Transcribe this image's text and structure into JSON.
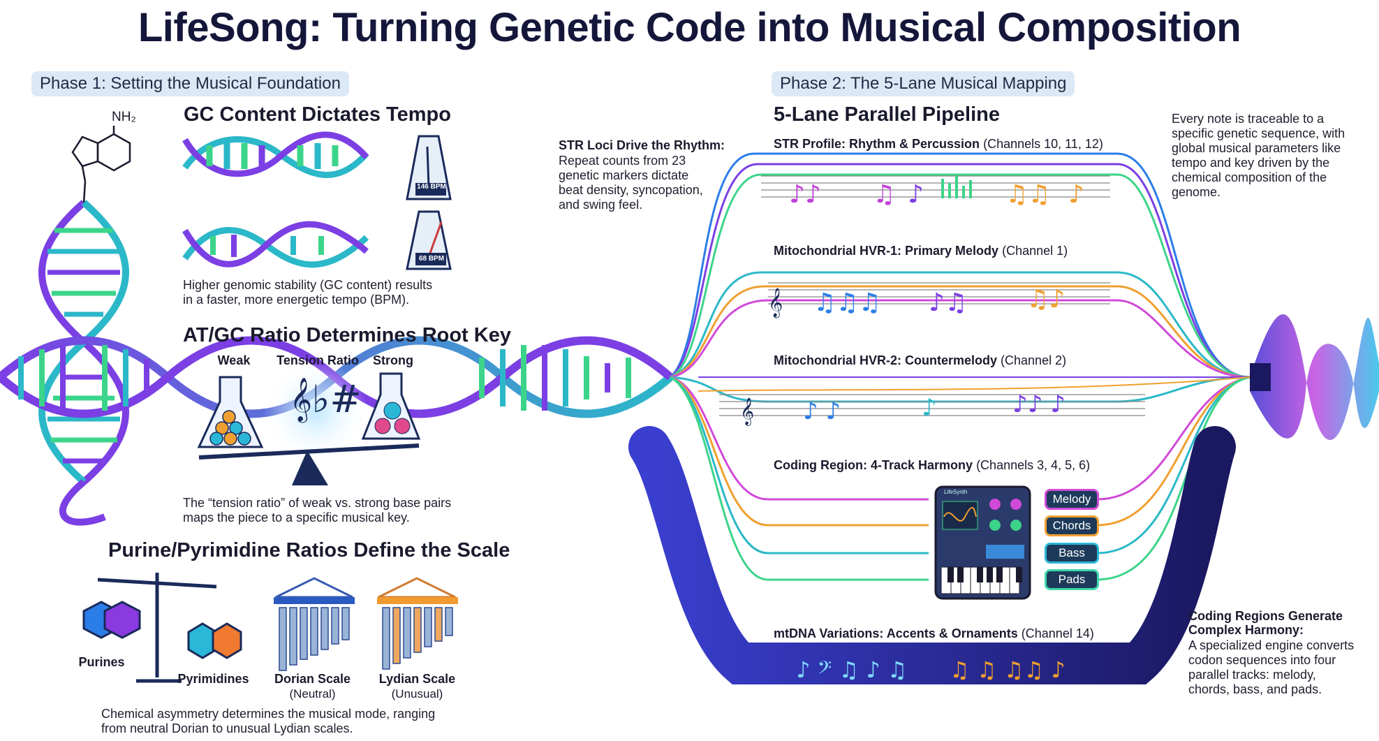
{
  "title": "LifeSong: Turning Genetic Code into Musical Composition",
  "phase1": {
    "label": "Phase 1: Setting the Musical Foundation",
    "gc": {
      "heading": "GC Content Dictates Tempo",
      "metronome_fast": "146 BPM",
      "metronome_slow": "68 BPM",
      "desc": "Higher genomic stability (GC content) results\nin a faster, more energetic tempo (BPM)."
    },
    "key": {
      "heading": "AT/GC Ratio Determines Root Key",
      "weak": "Weak",
      "tension": "Tension Ratio",
      "strong": "Strong",
      "desc": "The “tension ratio” of weak vs. strong base pairs\nmaps the piece to a specific musical key."
    },
    "scale": {
      "heading": "Purine/Pyrimidine Ratios Define the Scale",
      "purines": "Purines",
      "pyrimidines": "Pyrimidines",
      "dorian": "Dorian Scale",
      "dorian_sub": "(Neutral)",
      "lydian": "Lydian Scale",
      "lydian_sub": "(Unusual)",
      "desc": "Chemical asymmetry determines the musical mode, ranging\nfrom neutral Dorian to unusual Lydian scales."
    },
    "molecule_label": "NH₂"
  },
  "phase2": {
    "label": "Phase 2: The 5-Lane Musical Mapping",
    "pipeline_heading": "5-Lane Parallel Pipeline",
    "str_note": {
      "heading": "STR Loci Drive the Rhythm:",
      "body": "Repeat counts from 23\ngenetic markers dictate\nbeat density, syncopation,\nand swing feel."
    },
    "trace_note": "Every note is traceable to a\nspecific genetic sequence, with\nglobal musical parameters like\ntempo and key driven by the\nchemical composition of the\ngenome.",
    "coding_note": {
      "heading": "Coding Regions Generate\nComplex Harmony:",
      "body": "A specialized engine converts\ncodon sequences into four\nparallel tracks: melody,\nchords, bass, and pads."
    },
    "lanes": [
      {
        "name": "STR Profile: Rhythm & Percussion",
        "channel": "(Channels 10, 11, 12)"
      },
      {
        "name": "Mitochondrial HVR-1: Primary Melody",
        "channel": "(Channel 1)"
      },
      {
        "name": "Mitochondrial HVR-2: Countermelody",
        "channel": "(Channel 2)"
      },
      {
        "name": "Coding Region: 4-Track Harmony",
        "channel": "(Channels 3, 4, 5, 6)"
      },
      {
        "name": "mtDNA Variations: Accents & Ornaments",
        "channel": "(Channel 14)"
      }
    ],
    "synth_label": "LifeSynth",
    "tracks": [
      {
        "label": "Melody",
        "color": "#d04ad8"
      },
      {
        "label": "Chords",
        "color": "#f0a030"
      },
      {
        "label": "Bass",
        "color": "#2bb8d8"
      },
      {
        "label": "Pads",
        "color": "#3cd8a8"
      }
    ]
  },
  "colors": {
    "purple": "#7b3fe4",
    "teal": "#2bb8c8",
    "green": "#3cd48a",
    "orange": "#f09a30",
    "magenta": "#d04ad8",
    "navy": "#14163a"
  }
}
